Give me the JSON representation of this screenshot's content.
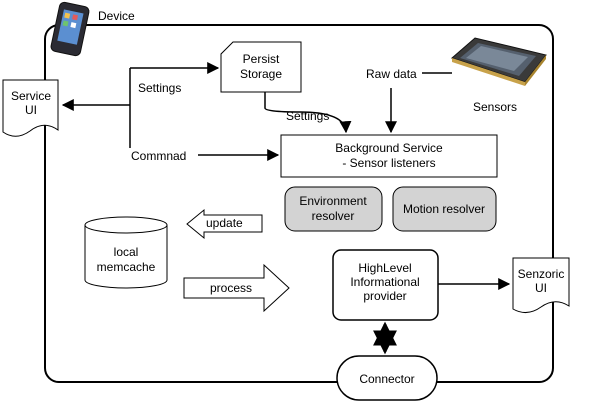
{
  "device": {
    "label": "Device"
  },
  "nodes": {
    "service_ui": {
      "line1": "Service",
      "line2": "UI"
    },
    "persist_storage": {
      "line1": "Persist",
      "line2": "Storage"
    },
    "sensors": {
      "label": "Sensors"
    },
    "background_service": {
      "line1": "Background Service",
      "line2": "- Sensor listeners"
    },
    "environment_resolver": {
      "line1": "Environment",
      "line2": "resolver"
    },
    "motion_resolver": {
      "label": "Motion resolver"
    },
    "local_memcache": {
      "line1": "local",
      "line2": "memcache"
    },
    "highlevel_provider": {
      "line1": "HighLevel",
      "line2": "Informational",
      "line3": "provider"
    },
    "senzoric_ui": {
      "line1": "Senzoric",
      "line2": "UI"
    },
    "connector": {
      "label": "Connector"
    }
  },
  "edges": {
    "settings_to_ui": "Settings",
    "settings_to_service": "Settings",
    "raw_data": "Raw data",
    "command": "Commnad",
    "update": "update",
    "process": "process"
  },
  "colors": {
    "resolver_fill": "#d3d3d3",
    "line": "#000000",
    "background": "#ffffff"
  },
  "icons": {
    "device": "mobile-phone-icon",
    "sensors": "sensor-chip-icon"
  }
}
